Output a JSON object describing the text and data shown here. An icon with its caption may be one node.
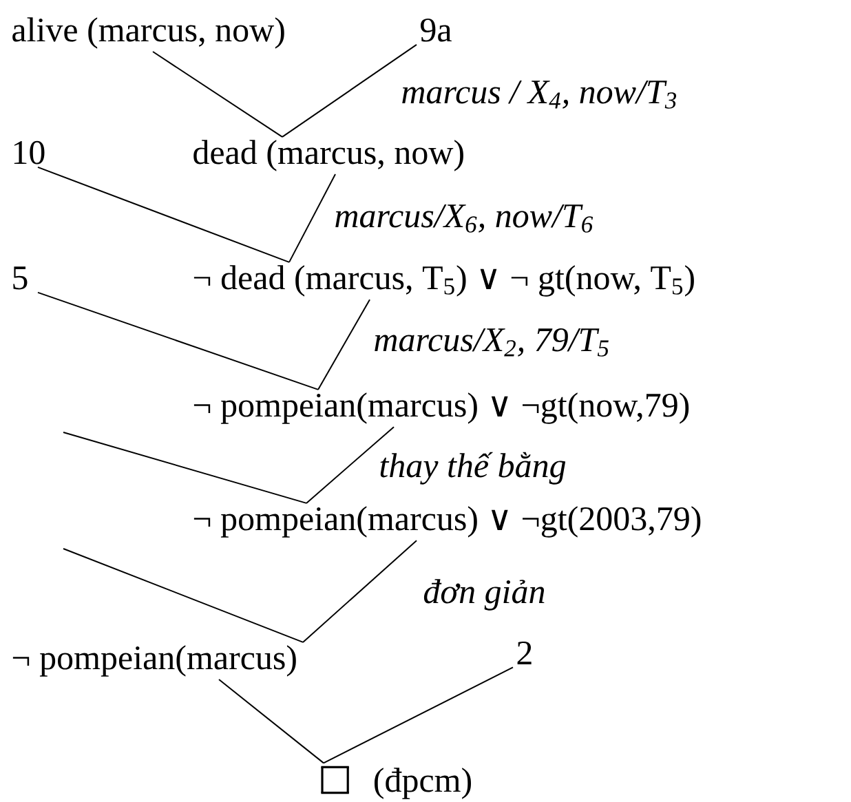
{
  "diagram": {
    "nodes": [
      {
        "text": [
          "alive (marcus, now)"
        ]
      },
      {
        "text": [
          "9a"
        ]
      },
      {
        "text": [
          "dead (marcus, now)"
        ]
      },
      {
        "text": [
          "10"
        ]
      },
      {
        "text": [
          "¬ dead (marcus, T$_{5}$) ∨ ¬ gt(now, T$_{5}$)"
        ]
      },
      {
        "text": [
          "5"
        ]
      },
      {
        "text": [
          "¬ pompeian(marcus) ∨ ¬gt(now,79)"
        ]
      },
      {
        "text": [
          "¬ pompeian(marcus) ∨ ¬gt(2003,79)"
        ]
      },
      {
        "text": [
          "¬ pompeian(marcus)"
        ]
      },
      {
        "text": [
          "2"
        ]
      },
      {
        "text": [
          "(đpcm)"
        ]
      }
    ],
    "edges": [
      {
        "from": 0,
        "to": 2,
        "arrow": "none"
      },
      {
        "from": 1,
        "to": 2,
        "arrow": "none"
      },
      {
        "from": 3,
        "to": 4,
        "arrow": "none"
      },
      {
        "from": 2,
        "to": 4,
        "arrow": "none"
      },
      {
        "from": 5,
        "to": 6,
        "arrow": "none"
      },
      {
        "from": 4,
        "to": 6,
        "arrow": "none"
      },
      {
        "from": null,
        "to": 7,
        "arrow": "none"
      },
      {
        "from": 6,
        "to": 7,
        "arrow": "none"
      },
      {
        "from": null,
        "to": 8,
        "arrow": "none"
      },
      {
        "from": 7,
        "to": 8,
        "arrow": "none"
      },
      {
        "from": 8,
        "to": 10,
        "arrow": "none"
      },
      {
        "from": 9,
        "to": 10,
        "arrow": "none"
      }
    ],
    "labels": [
      "marcus / X$_{4}$, now/T$_{3}$",
      "marcus/X$_{6}$, now/T$_{6}$",
      "marcus/X$_{2}$, 79/T$_{5}$",
      "thay thế bằng",
      "đơn giản"
    ]
  }
}
